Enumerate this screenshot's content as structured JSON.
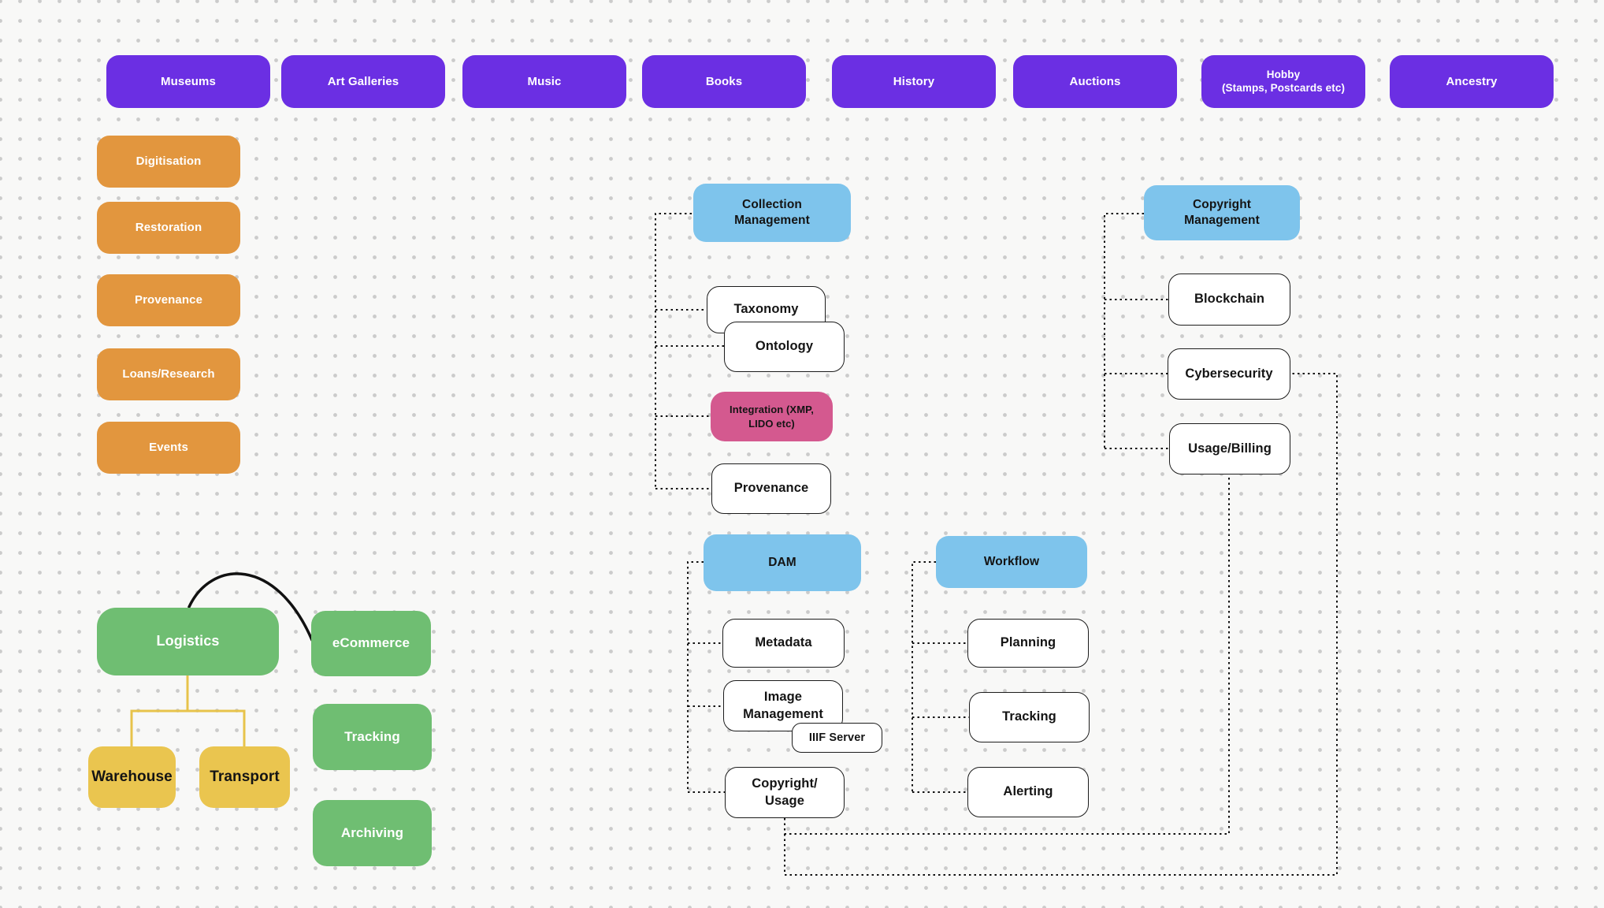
{
  "diagram": {
    "top_row": [
      {
        "label": "Museums"
      },
      {
        "label": "Art Galleries"
      },
      {
        "label": "Music"
      },
      {
        "label": "Books"
      },
      {
        "label": "History"
      },
      {
        "label": "Auctions"
      },
      {
        "label": "Hobby\n(Stamps, Postcards etc)"
      },
      {
        "label": "Ancestry"
      }
    ],
    "activities": [
      {
        "label": "Digitisation"
      },
      {
        "label": "Restoration"
      },
      {
        "label": "Provenance"
      },
      {
        "label": "Loans/Research"
      },
      {
        "label": "Events"
      }
    ],
    "collection_management": {
      "root": "Collection\nManagement",
      "taxonomy": "Taxonomy",
      "ontology": "Ontology",
      "integration": "Integration (XMP,\nLIDO etc)",
      "provenance": "Provenance"
    },
    "copyright_management": {
      "root": "Copyright\nManagement",
      "blockchain": "Blockchain",
      "cybersecurity": "Cybersecurity",
      "usage_billing": "Usage/Billing"
    },
    "dam": {
      "root": "DAM",
      "metadata": "Metadata",
      "image_management": "Image\nManagement",
      "iiif_server": "IIIF Server",
      "copyright_usage": "Copyright/\nUsage"
    },
    "workflow": {
      "root": "Workflow",
      "planning": "Planning",
      "tracking": "Tracking",
      "alerting": "Alerting"
    },
    "commerce": {
      "logistics": "Logistics",
      "ecommerce": "eCommerce",
      "tracking": "Tracking",
      "archiving": "Archiving",
      "warehouse": "Warehouse",
      "transport": "Transport"
    },
    "colors": {
      "purple": "#6B2FE3",
      "orange": "#E2963E",
      "blue": "#7EC4EC",
      "pink": "#D4598F",
      "green": "#6FBE72",
      "yellow": "#EAC54F",
      "line": "#111111"
    }
  }
}
